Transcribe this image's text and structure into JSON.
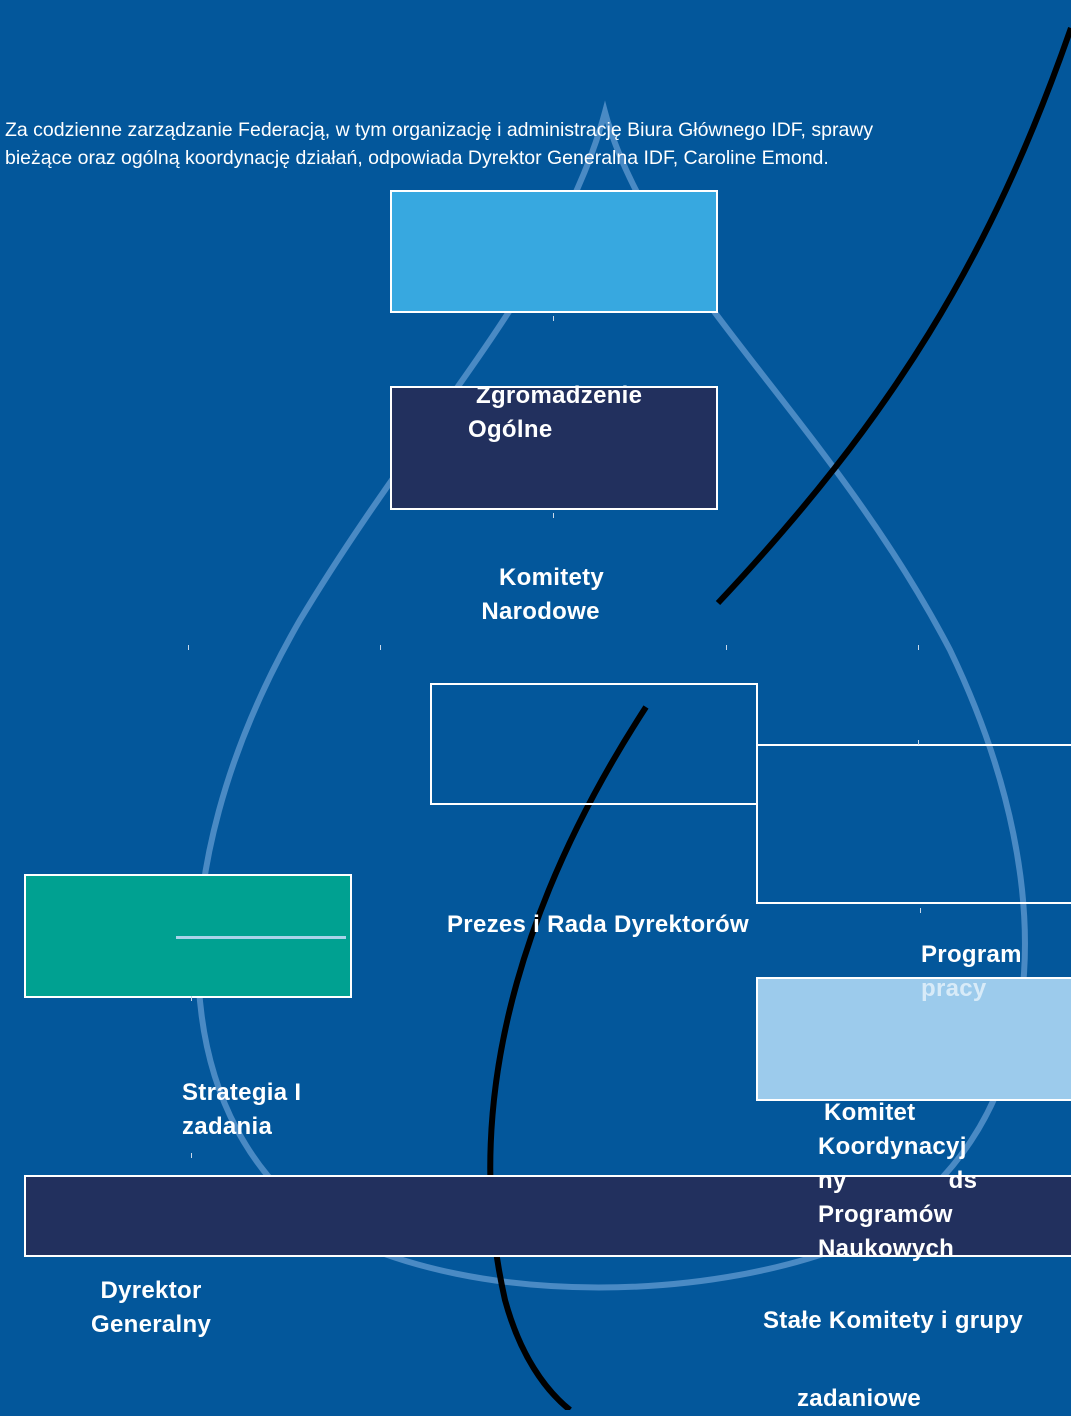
{
  "intro": {
    "line1": "Za codzienne zarządzanie Federacją, w tym organizację i administrację Biura Głównego IDF, sprawy",
    "line2": "bieżące oraz ogólną koordynację działań, odpowiada Dyrektor Generalna IDF, Caroline Emond."
  },
  "nodes": {
    "general_assembly": [
      "Zgromadzenie",
      "Ogólne"
    ],
    "national_committees": [
      "Komitety",
      "Narodowe"
    ],
    "president_board": "Prezes i Rada Dyrektorów",
    "work_programme": [
      "Program",
      "pracy"
    ],
    "strategy": [
      "Strategia I",
      "zadania"
    ],
    "coordinating_committee": [
      "Komitet",
      "Koordynacyj",
      "ny",
      "ds",
      "Programów",
      "Naukowych"
    ],
    "director_general": [
      "Dyrektor",
      "Generalny"
    ],
    "standing_committees": [
      "Stałe Komitety i grupy",
      "zadaniowe"
    ]
  },
  "colors": {
    "background": "#03579b",
    "box_light_blue": "#37a8e0",
    "box_navy": "#22305e",
    "box_teal": "#00a191",
    "box_pale_blue": "#9ccbec",
    "drop_outline": "#4a8ac4",
    "curve": "#000000",
    "text": "#ffffff"
  }
}
